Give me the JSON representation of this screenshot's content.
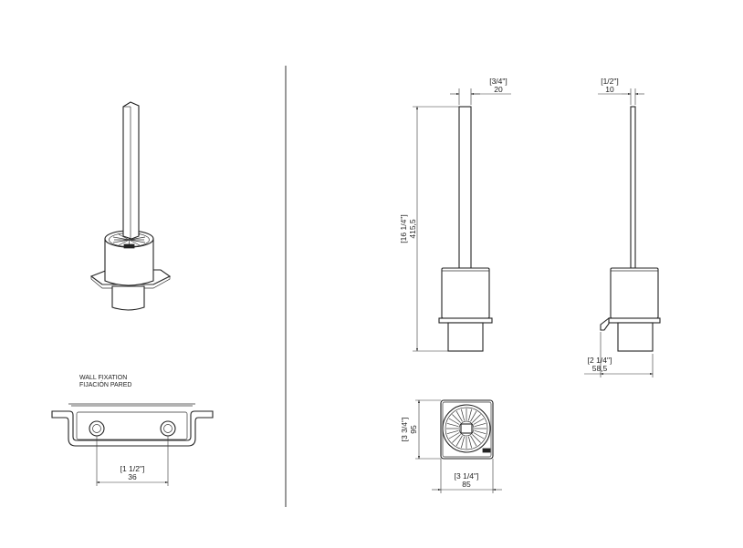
{
  "wall_fixation": {
    "title_en": "WALL FIXATION",
    "title_es": "FIJACIÓN PARED",
    "spacing_in": "[1 1/2\"]",
    "spacing_mm": "36"
  },
  "front_view": {
    "width_in": "[3/4\"]",
    "width_mm": "20",
    "height_in": "[16 1/4\"]",
    "height_mm": "415,5"
  },
  "side_view": {
    "width_in": "[1/2\"]",
    "width_mm": "10",
    "depth_in": "[2 1/4\"]",
    "depth_mm": "58,5"
  },
  "top_view": {
    "height_in": "[3 3/4\"]",
    "height_mm": "95",
    "width_in": "[3 1/4\"]",
    "width_mm": "85"
  }
}
